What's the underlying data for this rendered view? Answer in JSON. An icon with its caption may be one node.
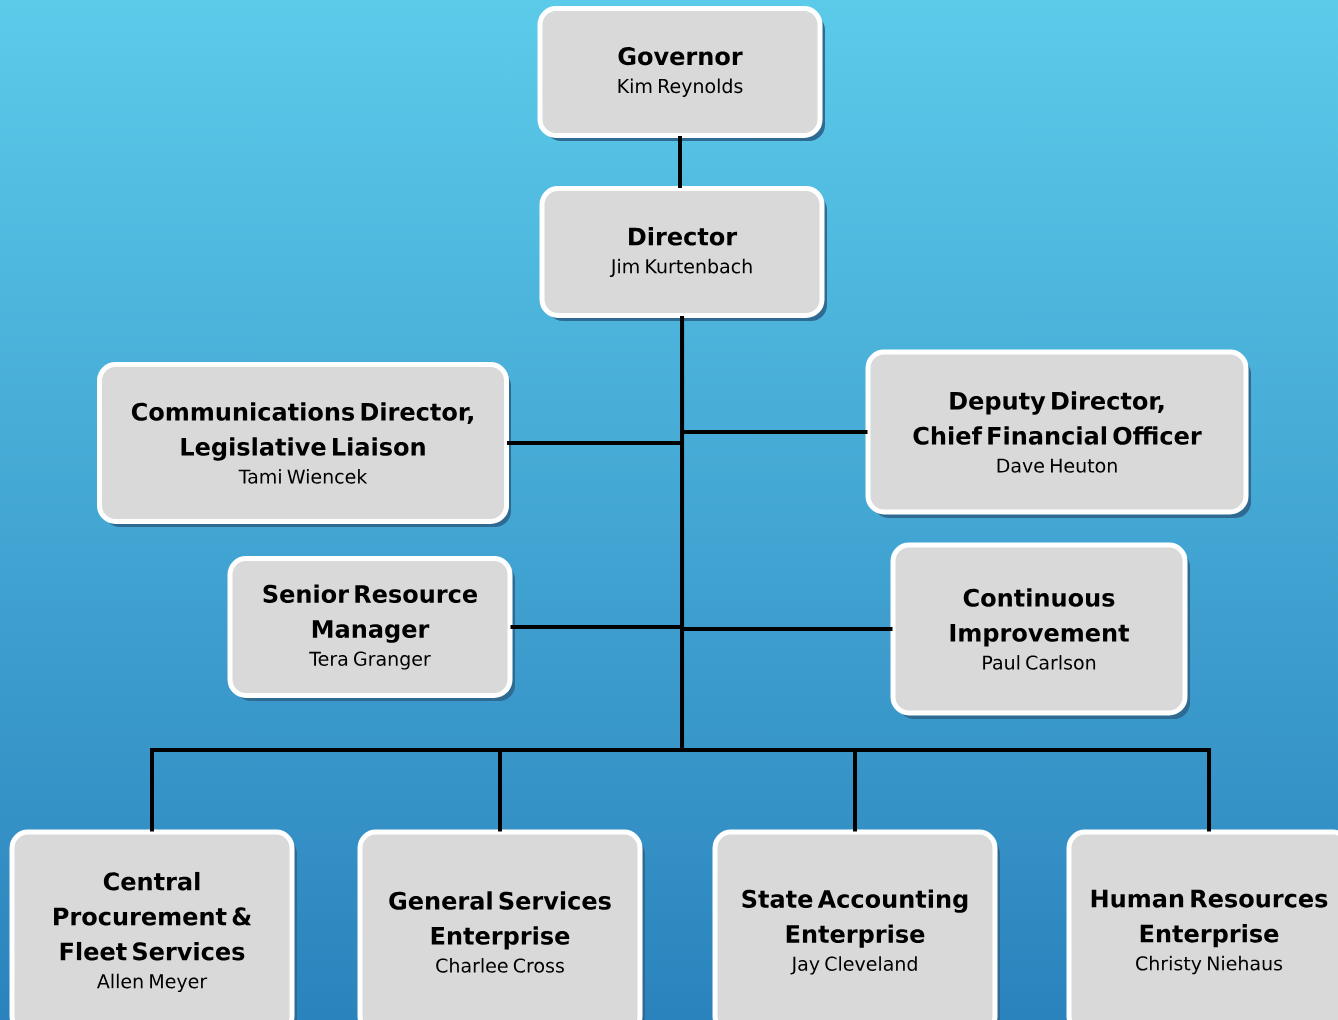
{
  "diagram": {
    "nodes": [
      {
        "text": [
          "Governor",
          "Kim Reynolds"
        ]
      },
      {
        "text": [
          "Director",
          "Jim Kurtenbach"
        ]
      },
      {
        "text": [
          "Communications Director, Legislative Liaison",
          "Tami Wiencek"
        ]
      },
      {
        "text": [
          "Deputy Director, Chief Financial Officer",
          "Dave Heuton"
        ]
      },
      {
        "text": [
          "Senior Resource Manager",
          "Tera Granger"
        ]
      },
      {
        "text": [
          "Continuous Improvement",
          "Paul Carlson"
        ]
      },
      {
        "text": [
          "Central Procurement & Fleet Services",
          "Allen Meyer"
        ]
      },
      {
        "text": [
          "General Services Enterprise",
          "Charlee Cross"
        ]
      },
      {
        "text": [
          "State Accounting Enterprise",
          "Jay Cleveland"
        ]
      },
      {
        "text": [
          "Human Resources Enterprise",
          "Christy Niehaus"
        ]
      }
    ],
    "edges": [
      {
        "from": 0,
        "to": 1,
        "arrow": "none"
      },
      {
        "from": 1,
        "to": 2,
        "arrow": "none"
      },
      {
        "from": 1,
        "to": 3,
        "arrow": "none"
      },
      {
        "from": 1,
        "to": 4,
        "arrow": "none"
      },
      {
        "from": 1,
        "to": 5,
        "arrow": "none"
      },
      {
        "from": 1,
        "to": 6,
        "arrow": "none"
      },
      {
        "from": 1,
        "to": 7,
        "arrow": "none"
      },
      {
        "from": 1,
        "to": 8,
        "arrow": "none"
      },
      {
        "from": 1,
        "to": 9,
        "arrow": "none"
      }
    ]
  }
}
